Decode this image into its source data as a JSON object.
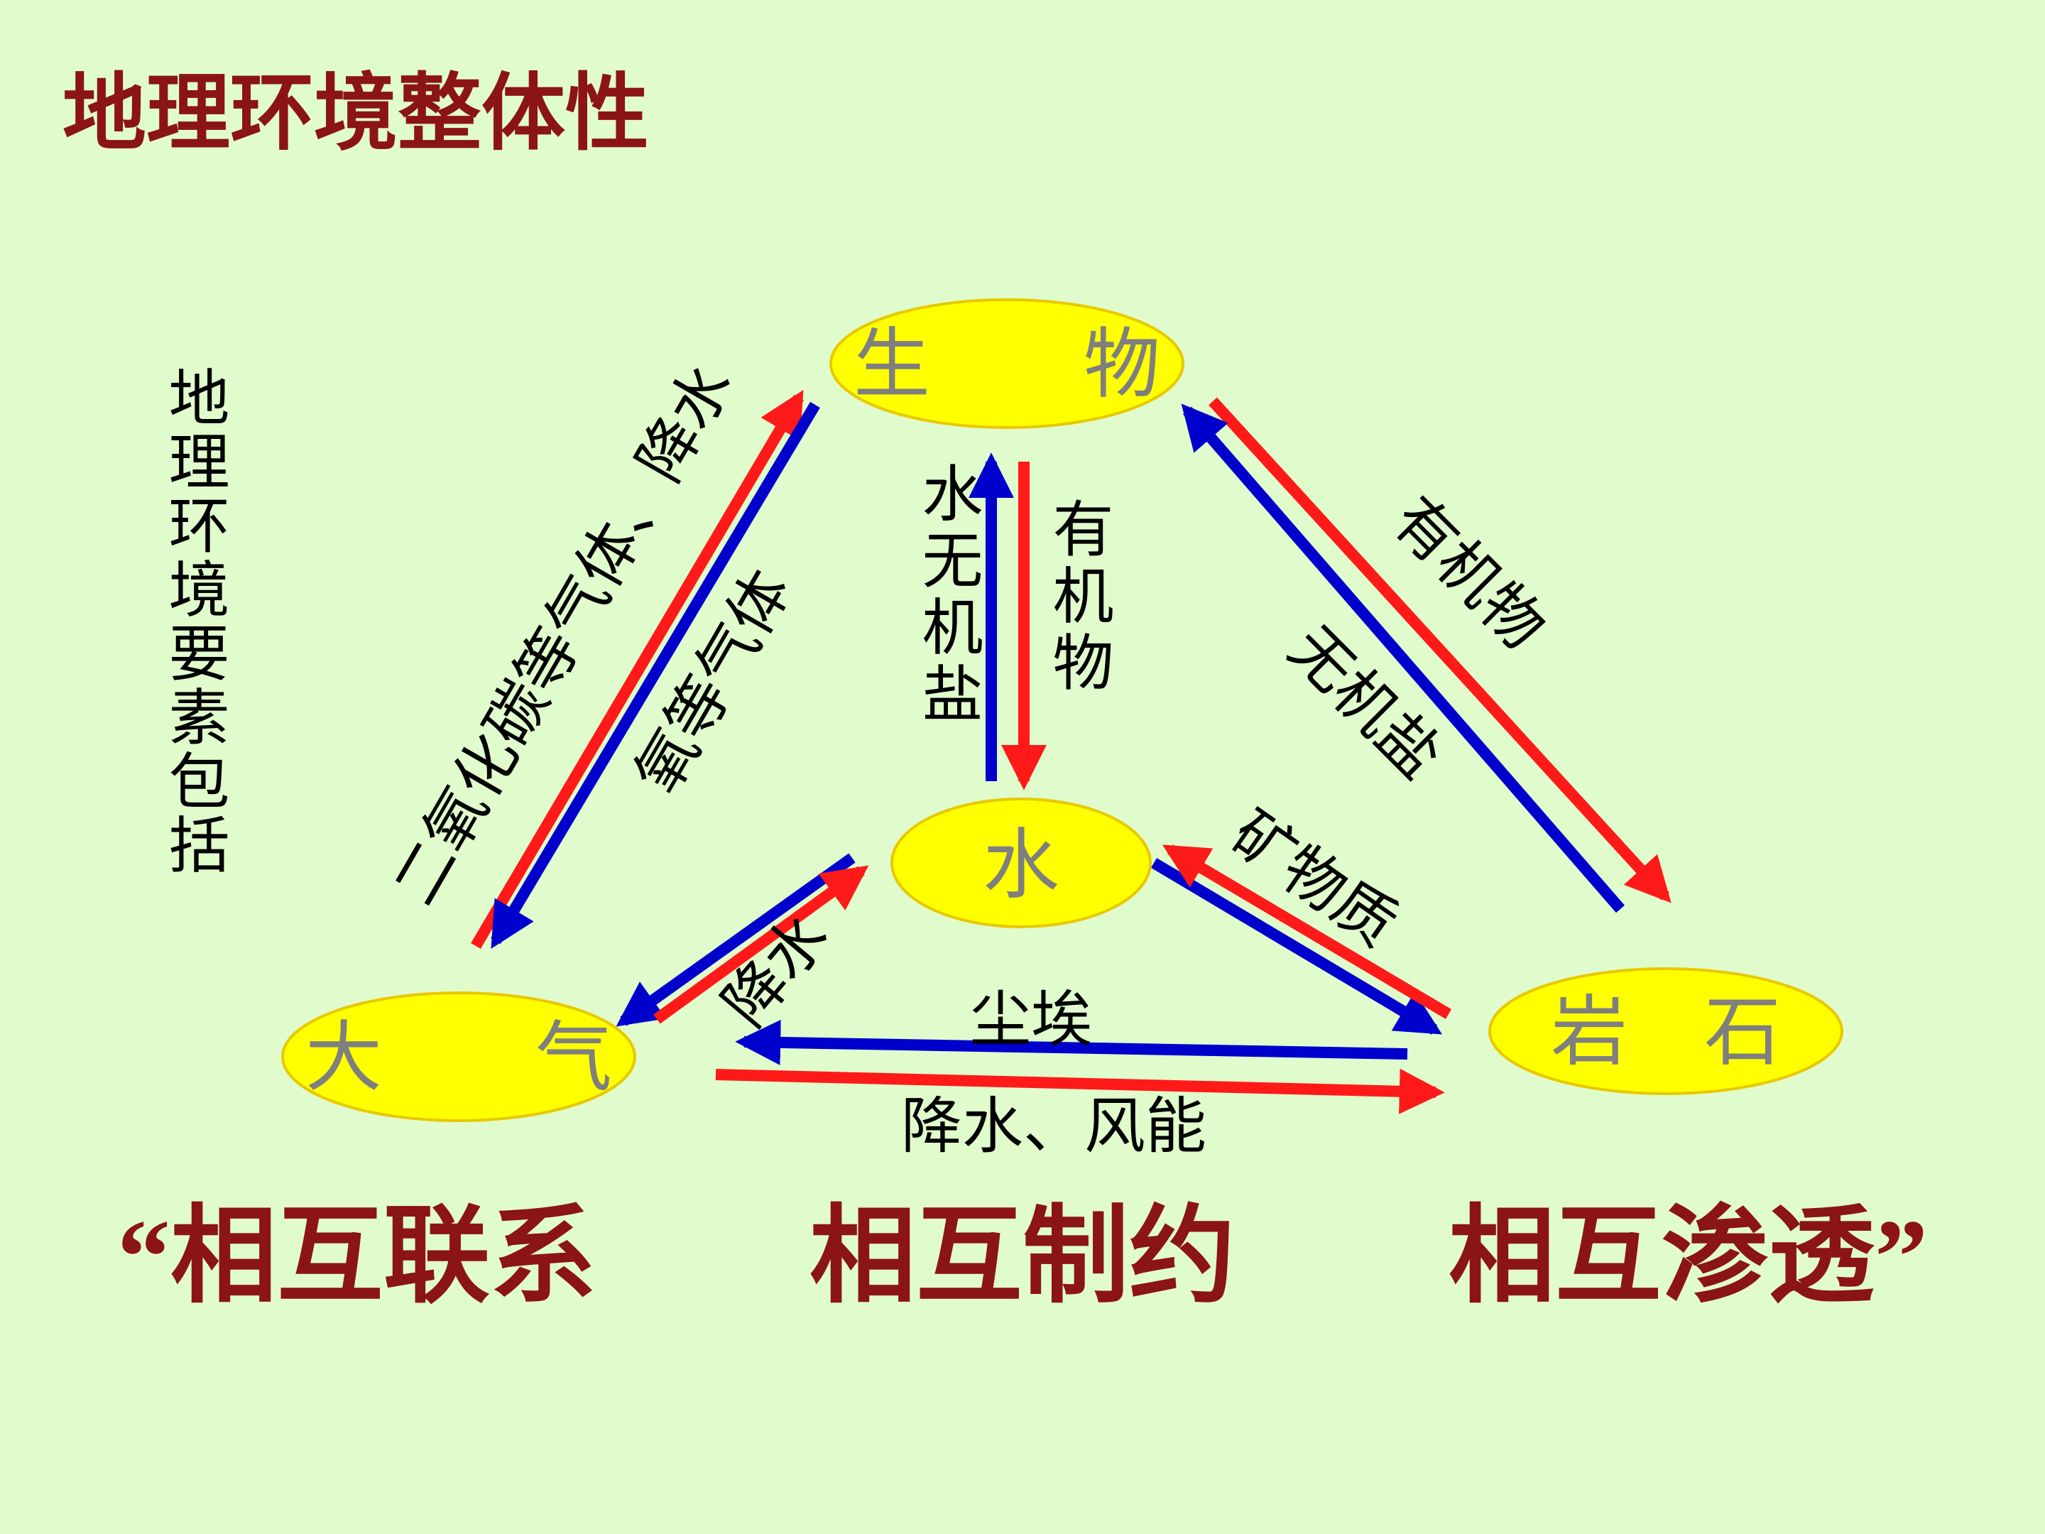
{
  "title": "地理环境整体性",
  "side_label": "地理环境要素包括",
  "nodes": {
    "biology": "生　　物",
    "water": "水",
    "atmosphere": "大　　气",
    "rock": "岩　石"
  },
  "flows": {
    "co2_precip": "二氧化碳等气体、降水",
    "oxygen": "氧等气体",
    "water_salt": "水无机盐",
    "organic_down": "有机物",
    "organic_rock": "有机物",
    "inorganic_salt": "无机盐",
    "minerals": "矿物质",
    "precip_water": "降水",
    "dust": "尘埃",
    "precip_wind": "降水、风能"
  },
  "summary": "“相互联系　　相互制约　　相互渗透”",
  "colors": {
    "background": "#e0fccc",
    "title": "#8b1414",
    "node_fill": "#ffff00",
    "node_text": "#7f7f7f",
    "arrow_red": "#ff1a1a",
    "arrow_blue": "#0000cc"
  }
}
